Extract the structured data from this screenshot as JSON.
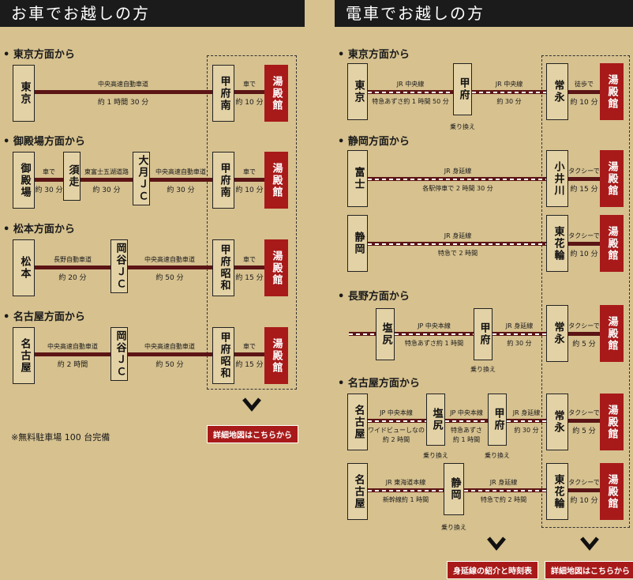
{
  "car": {
    "title": "お車でお越しの方",
    "note": "※無料駐車場 100 台完備",
    "map_button": "詳細地図はこちらから",
    "routes": [
      {
        "header": "• 東京方面から",
        "origin": "東京",
        "l1": "中央高速自動車道",
        "l2": "約 1 時間 30 分",
        "ic": "甲府南",
        "via": "車で",
        "t": "約 10 分",
        "dest": "湯殿館"
      },
      {
        "header": "• 御殿場方面から",
        "origin": "御殿場",
        "a1": "車で",
        "a2": "約 30 分",
        "p1": "須走",
        "b1": "東富士五湖道路",
        "b2": "約 30 分",
        "p2": "大月ＪＣ",
        "c1": "中央高速自動車道",
        "c2": "約 30 分",
        "ic": "甲府南",
        "via": "車で",
        "t": "約 10 分",
        "dest": "湯殿館"
      },
      {
        "header": "• 松本方面から",
        "origin": "松本",
        "a1": "長野自動車道",
        "a2": "約 20 分",
        "p1": "岡谷ＪＣ",
        "b1": "中央高速自動車道",
        "b2": "約 50 分",
        "ic": "甲府昭和",
        "via": "車で",
        "t": "約 15 分",
        "dest": "湯殿館"
      },
      {
        "header": "• 名古屋方面から",
        "origin": "名古屋",
        "a1": "中央高速自動車道",
        "a2": "約 2 時間",
        "p1": "岡谷ＪＣ",
        "b1": "中央高速自動車道",
        "b2": "約 50 分",
        "ic": "甲府昭和",
        "via": "車で",
        "t": "約 15 分",
        "dest": "湯殿館"
      }
    ]
  },
  "train": {
    "title": "電車でお越しの方",
    "btn_minobu": "身延線の紹介と時刻表",
    "map_button": "詳細地図はこちらから",
    "tokyo": {
      "header": "• 東京方面から",
      "origin": "東京",
      "a1": "JR 中央線",
      "a2": "特急あずさ約 1 時間 50 分",
      "s1": "甲府",
      "transfer": "乗り換え",
      "b1": "JR 中央線",
      "b2": "約 30 分",
      "st": "常永",
      "via": "徒歩で",
      "t": "約 10 分",
      "dest": "湯殿館"
    },
    "shizuoka": {
      "header": "• 静岡方面から",
      "r1": {
        "origin": "富士",
        "a1": "JR 身延線",
        "a2": "各駅停車で 2 時間 30 分",
        "st": "小井川",
        "via": "タクシーで",
        "t": "約 15 分",
        "dest": "湯殿館"
      },
      "r2": {
        "origin": "静岡",
        "a1": "JR 身延線",
        "a2": "特急で 2 時間",
        "st": "東花輪",
        "via": "タクシーで",
        "t": "約 10 分",
        "dest": "湯殿館"
      }
    },
    "nagano": {
      "header": "• 長野方面から",
      "origin": "塩尻",
      "a1": "JP 中央本線",
      "a2": "特急あずさ約 1 時間",
      "s1": "甲府",
      "transfer": "乗り換え",
      "b1": "JR 身延線",
      "b2": "約 30 分",
      "st": "常永",
      "via": "タクシーで",
      "t": "約 5 分",
      "dest": "湯殿館"
    },
    "nagoya": {
      "header": "• 名古屋方面から",
      "r1": {
        "origin": "名古屋",
        "a1": "JP 中央本線",
        "a2": "ワイドビューしなの",
        "a3": "約 2 時間",
        "s1": "塩尻",
        "tr1": "乗り換え",
        "b1": "JP 中央本線",
        "b2": "特急あずさ",
        "b3": "約 1 時間",
        "s2": "甲府",
        "tr2": "乗り換え",
        "c1": "JR 身延線",
        "c2": "約 30 分",
        "st": "常永",
        "via": "タクシーで",
        "t": "約 5 分",
        "dest": "湯殿館"
      },
      "r2": {
        "origin": "名古屋",
        "a1": "JR 東海道本線",
        "a2": "新幹線約 1 時間",
        "s1": "静岡",
        "tr1": "乗り換え",
        "b1": "JR 身延線",
        "b2": "特急で約 2 時間",
        "st": "東花輪",
        "via": "タクシーで",
        "t": "約 10 分",
        "dest": "湯殿館"
      }
    }
  }
}
